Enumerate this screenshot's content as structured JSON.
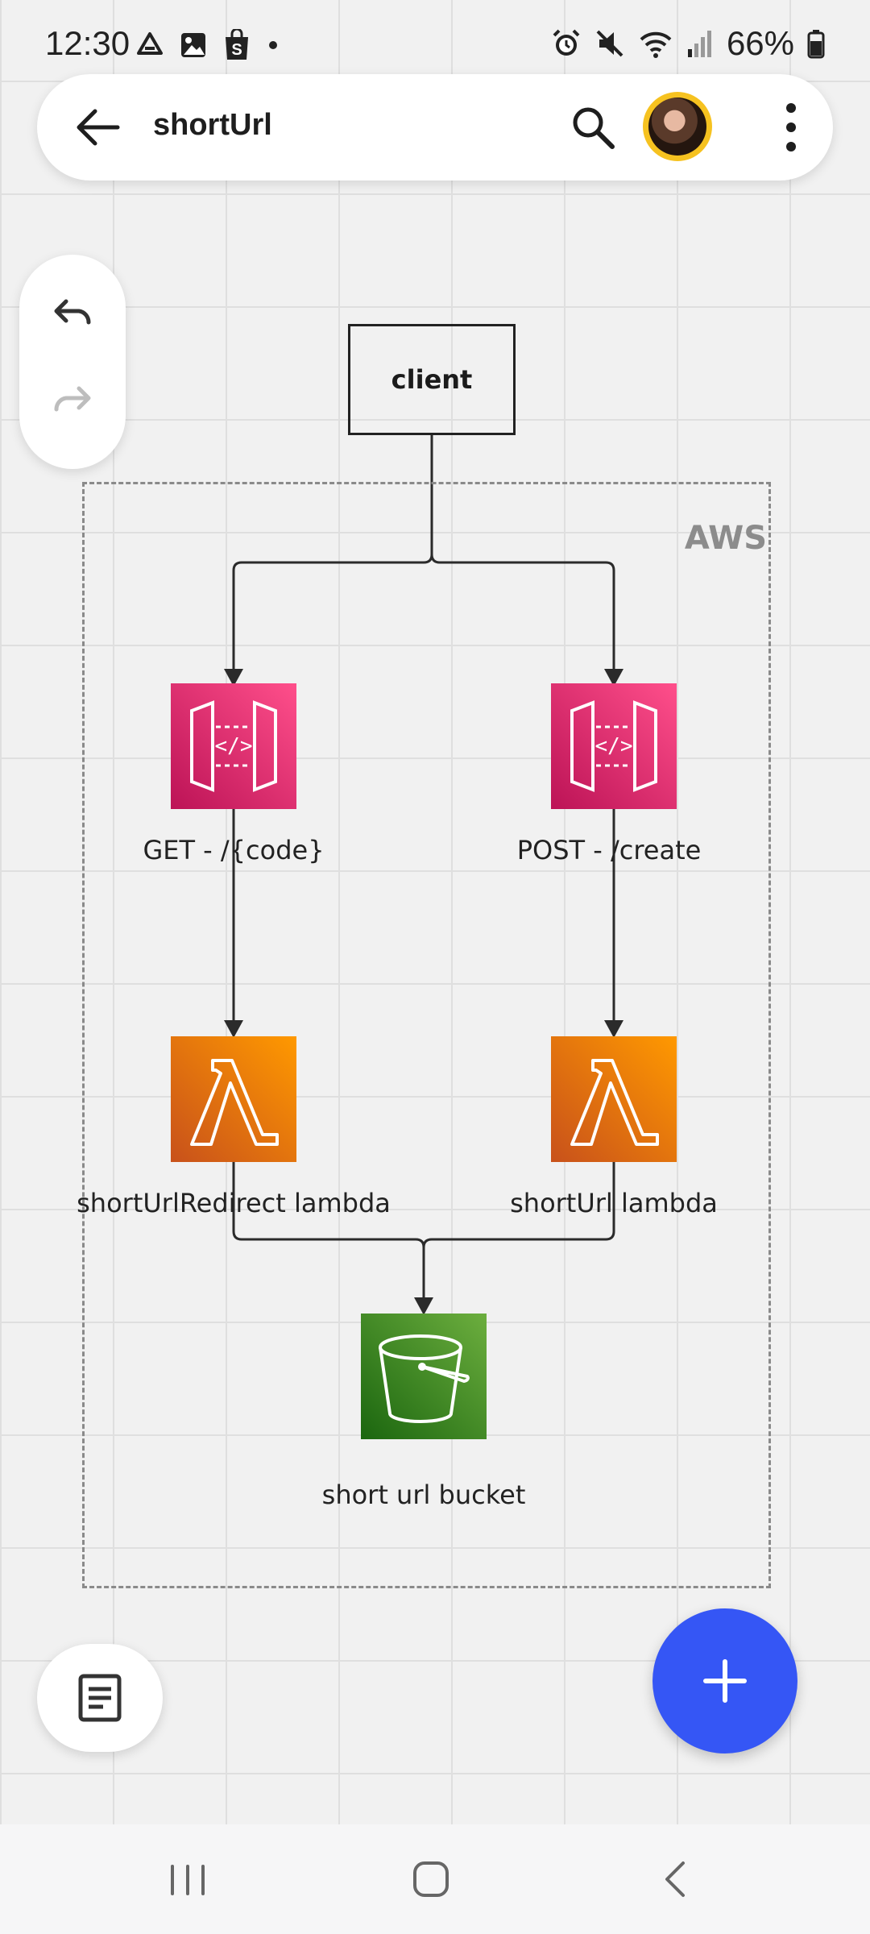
{
  "status_bar": {
    "time": "12:30",
    "battery": "66%",
    "left_icons": [
      "drive-icon",
      "gallery-icon",
      "shop-icon",
      "dot-icon"
    ],
    "right_icons": [
      "alarm-icon",
      "mute-icon",
      "wifi-icon",
      "signal-icon",
      "battery-icon"
    ]
  },
  "top_bar": {
    "title": "shortUrl",
    "icons": [
      "back-arrow-icon",
      "search-icon",
      "avatar",
      "more-vert-icon"
    ]
  },
  "diagram": {
    "client_label": "client",
    "group_label": "AWS",
    "nodes": [
      {
        "id": "get-api",
        "label": "GET - /{code}",
        "icon": "api-gateway-icon",
        "color": "#e7157b"
      },
      {
        "id": "post-api",
        "label": "POST - /create",
        "icon": "api-gateway-icon",
        "color": "#e7157b"
      },
      {
        "id": "redirect-lambda",
        "label": "shortUrlRedirect lambda",
        "icon": "lambda-icon",
        "color": "#ed7100"
      },
      {
        "id": "create-lambda",
        "label": "shortUrl lambda",
        "icon": "lambda-icon",
        "color": "#ed7100"
      },
      {
        "id": "bucket",
        "label": "short url bucket",
        "icon": "s3-bucket-icon",
        "color": "#3f8624"
      }
    ]
  },
  "colors": {
    "fab": "#3556f5",
    "avatar_ring": "#f6c220"
  }
}
